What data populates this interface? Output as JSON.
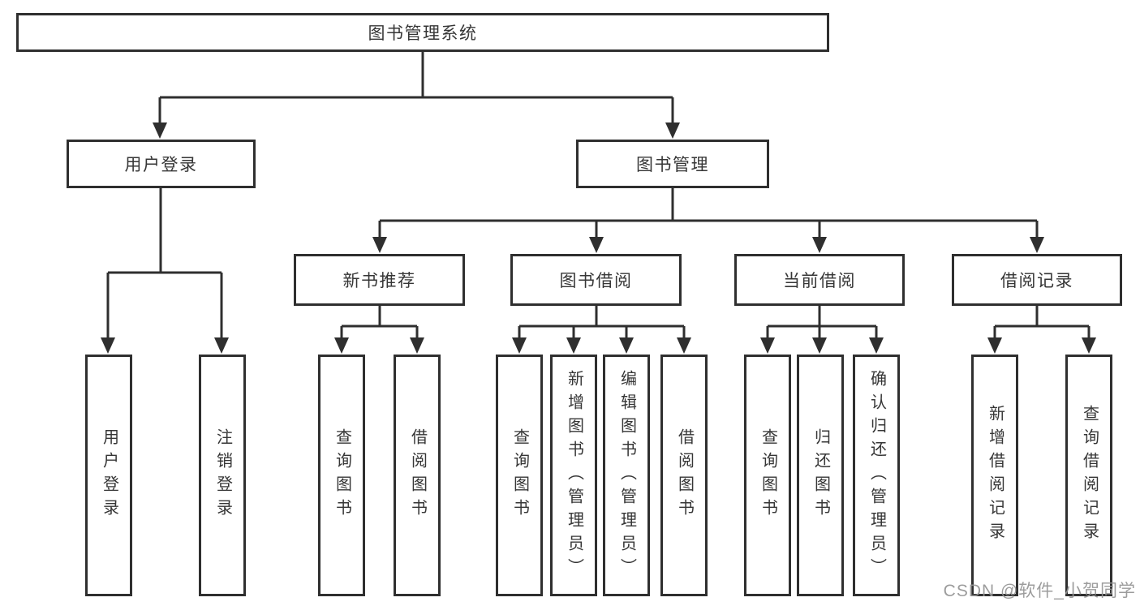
{
  "tree": {
    "label": "图书管理系统",
    "children": [
      {
        "label": "用户登录",
        "children": [
          {
            "label": "用户登录"
          },
          {
            "label": "注销登录"
          }
        ]
      },
      {
        "label": "图书管理",
        "children": [
          {
            "label": "新书推荐",
            "children": [
              {
                "label": "查询图书"
              },
              {
                "label": "借阅图书"
              }
            ]
          },
          {
            "label": "图书借阅",
            "children": [
              {
                "label": "查询图书"
              },
              {
                "label": "新增图书（管理员）"
              },
              {
                "label": "编辑图书（管理员）"
              },
              {
                "label": "借阅图书"
              }
            ]
          },
          {
            "label": "当前借阅",
            "children": [
              {
                "label": "查询图书"
              },
              {
                "label": "归还图书"
              },
              {
                "label": "确认归还（管理员）"
              }
            ]
          },
          {
            "label": "借阅记录",
            "children": [
              {
                "label": "新增借阅记录"
              },
              {
                "label": "查询借阅记录"
              }
            ]
          }
        ]
      }
    ]
  },
  "watermark": "CSDN @软件_小贺同学",
  "colors": {
    "line": "#2f2f2f",
    "box_fill": "#ffffff",
    "text": "#363636",
    "watermark": "#949494"
  }
}
